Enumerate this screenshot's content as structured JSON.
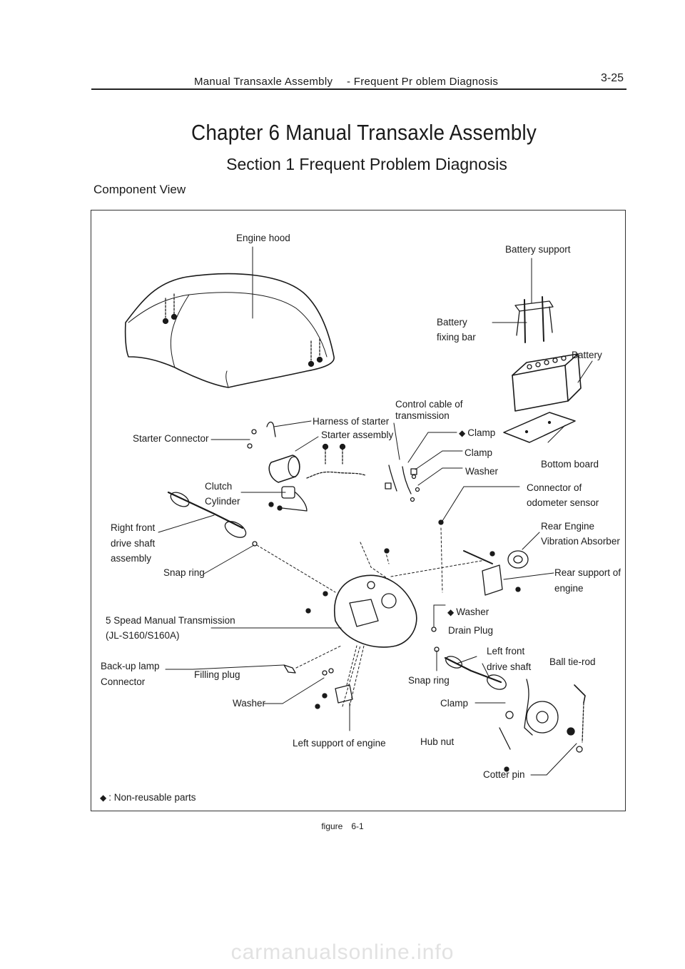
{
  "header": {
    "running_title": "Manual Transaxle Assembly　  -  Frequent Pr oblem Diagnosis",
    "page_number": "3-25"
  },
  "chapter_title": "Chapter 6  Manual Transaxle Assembly",
  "section_title": "Section 1  Frequent Problem Diagnosis",
  "component_view": "Component View",
  "labels": {
    "engine_hood": "Engine hood",
    "battery_support": "Battery support",
    "battery_fixing_bar_1": "Battery",
    "battery_fixing_bar_2": "fixing bar",
    "battery": "Battery",
    "control_cable_1": "Control cable of",
    "control_cable_2": "transmission",
    "harness_of_starter": "Harness of starter",
    "starter_assembly": "Starter assembly",
    "starter_connector": "Starter Connector",
    "clamp_nonreusable": "Clamp",
    "clamp": "Clamp",
    "washer_top": "Washer",
    "bottom_board": "Bottom board",
    "clutch_cylinder_1": "Clutch",
    "clutch_cylinder_2": "Cylinder",
    "connector_odometer_1": "Connector of",
    "connector_odometer_2": "odometer sensor",
    "right_front_1": "Right front",
    "right_front_2": "drive shaft",
    "right_front_3": "assembly",
    "rear_engine_1": "Rear Engine",
    "rear_engine_2": "Vibration Absorber",
    "snap_ring_right": "Snap ring",
    "rear_support_1": "Rear support of",
    "rear_support_2": "engine",
    "washer_nonreusable": "Washer",
    "transmission_1": "5 Spead Manual Transmission",
    "transmission_2": "(JL-S160/S160A)",
    "drain_plug": "Drain Plug",
    "left_front_1": "Left front",
    "left_front_2": "drive shaft",
    "backup_1": "Back-up lamp",
    "backup_2": "Connector",
    "filling_plug": "Filling plug",
    "ball_tie_rod": "Ball tie-rod",
    "snap_ring_left": "Snap ring",
    "washer_bottom": "Washer",
    "clamp_bottom": "Clamp",
    "left_support": "Left support of engine",
    "hub_nut": "Hub nut",
    "cotter_pin": "Cotter pin",
    "legend": ":  Non-reusable parts"
  },
  "caption": "figure　6-1",
  "watermark": "carmanualsonline.info"
}
